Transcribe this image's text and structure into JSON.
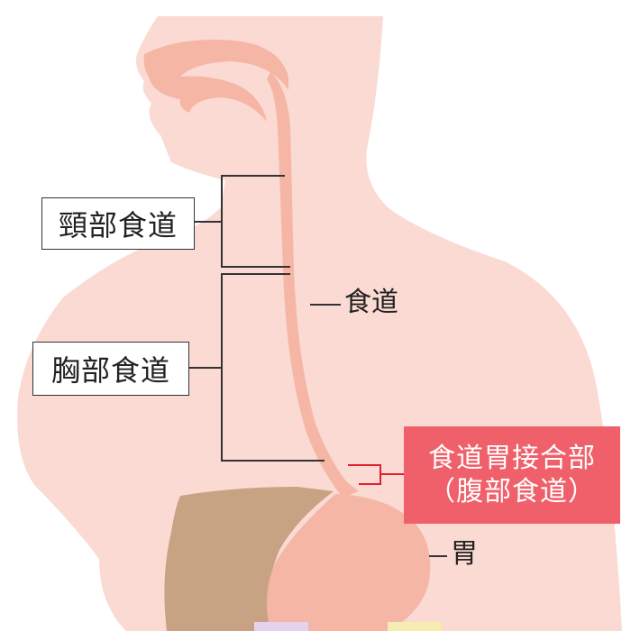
{
  "labels": {
    "cervical": "頸部食道",
    "thoracic": "胸部食道",
    "esophagus": "食道",
    "junction_line1": "食道胃接合部",
    "junction_line2": "（腹部食道）",
    "stomach": "胃"
  },
  "colors": {
    "body": "#fadad3",
    "esophagus": "#f5b6a5",
    "liver": "#c8a383",
    "bracket": "#333333",
    "junction_bracket": "#e0202a",
    "junction_bg": "#f0606a"
  }
}
